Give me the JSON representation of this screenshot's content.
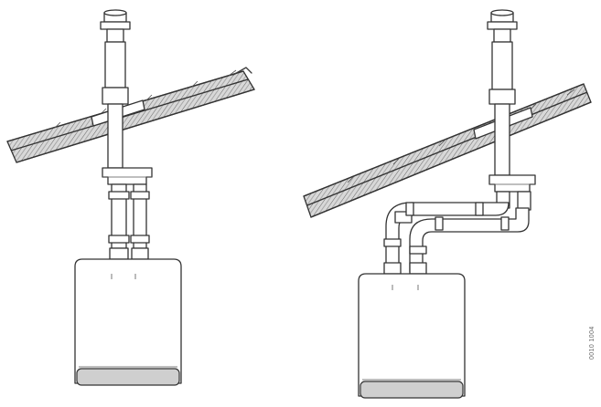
{
  "figure": {
    "code": "0010 1004",
    "panels": [
      {
        "id": "vertical-flue-straight"
      },
      {
        "id": "vertical-flue-offset"
      }
    ]
  },
  "colors": {
    "line": "#333333",
    "background": "#ffffff",
    "roof_fill": "#e6e6e6"
  }
}
